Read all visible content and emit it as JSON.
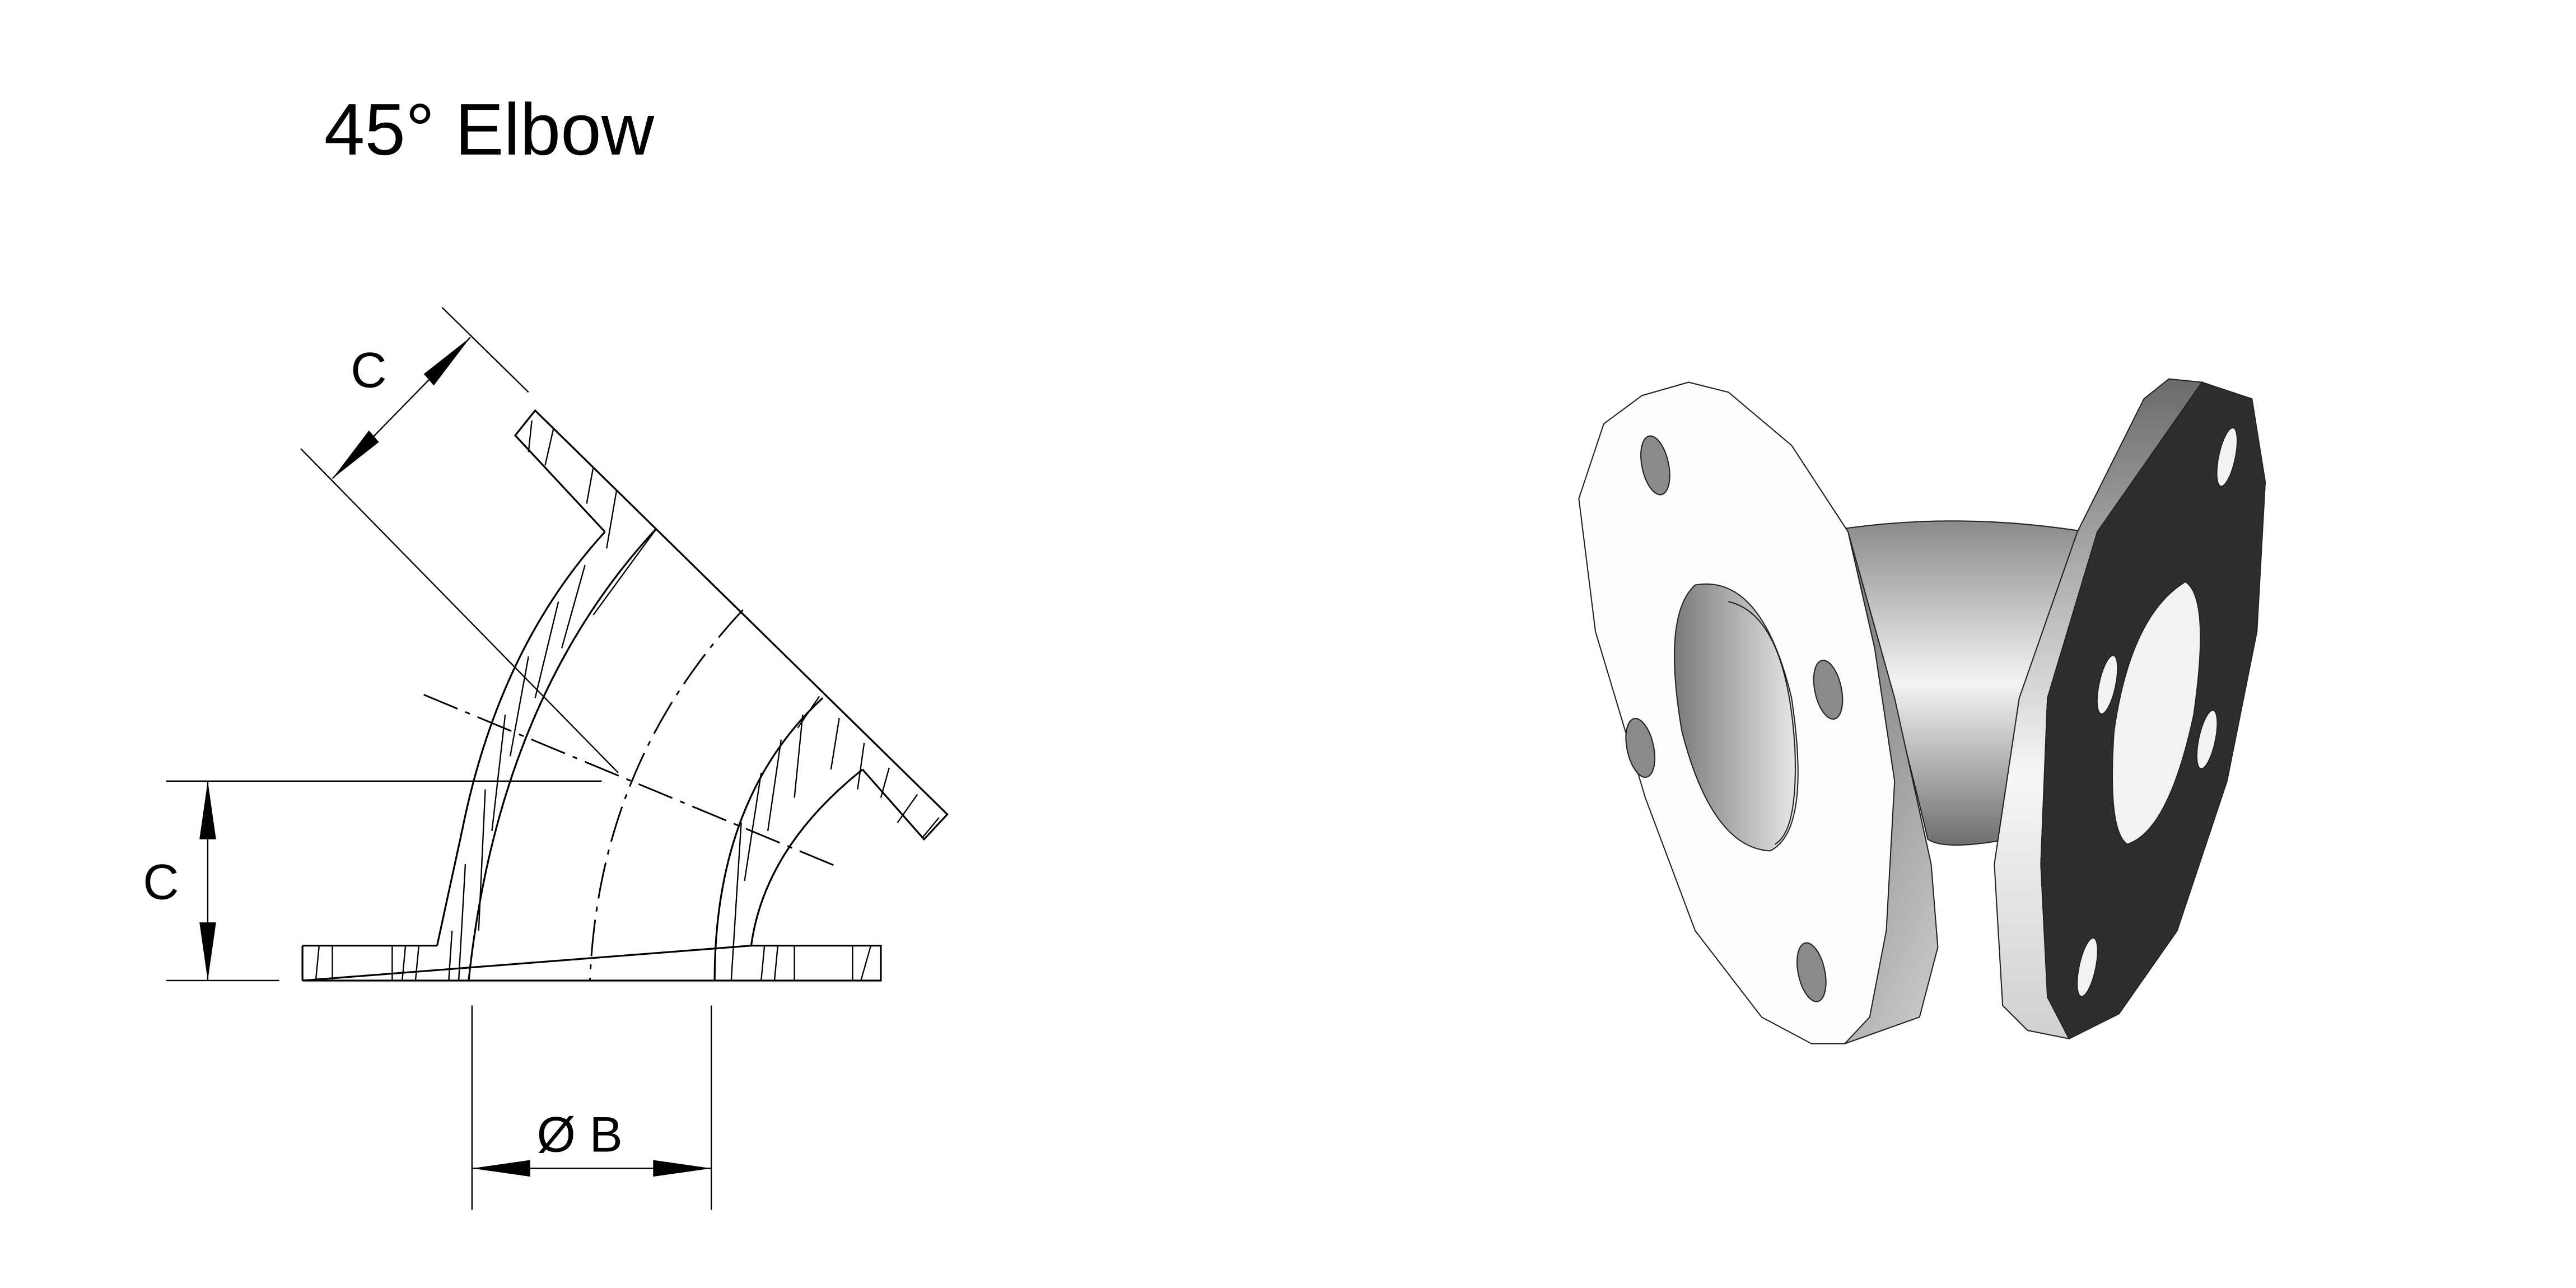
{
  "title": "45° Elbow",
  "dimensions": {
    "flange_length_angled": "C",
    "flange_length_vertical": "C",
    "bore_diameter": "Ø B"
  },
  "colors": {
    "line": "#000000",
    "face_dark": "#2e2e2e",
    "metal_light": "#f2f2f2",
    "metal_mid": "#9a9a9a"
  }
}
